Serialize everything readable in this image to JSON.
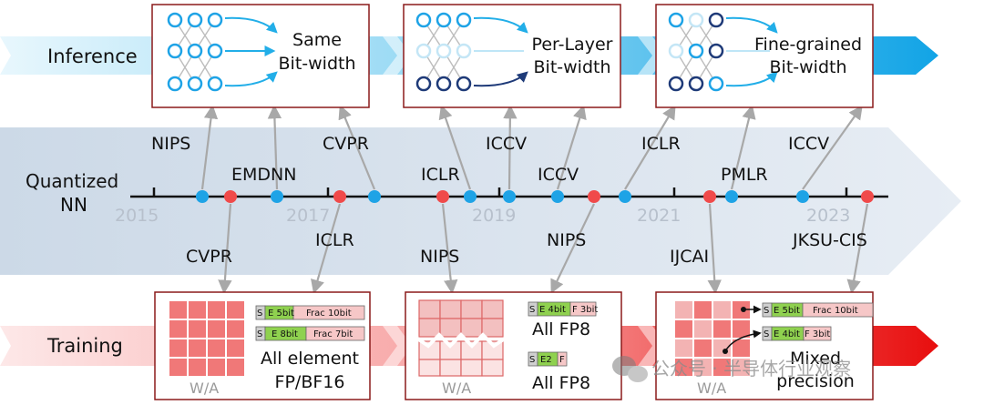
{
  "inference_banner": {
    "label": "Inference"
  },
  "training_banner": {
    "label": "Training"
  },
  "timeline": {
    "title_line1": "Quantized",
    "title_line2": "NN",
    "years": [
      "2015",
      "2017",
      "2019",
      "2021",
      "2023"
    ]
  },
  "inference_cards": [
    {
      "line1": "Same",
      "line2": "Bit-width"
    },
    {
      "line1": "Per-Layer",
      "line2": "Bit-width"
    },
    {
      "line1": "Fine-grained",
      "line2": "Bit-width"
    }
  ],
  "venues_above": [
    "NIPS",
    "EMDNN",
    "CVPR",
    "ICLR",
    "ICCV",
    "ICCV",
    "ICLR",
    "PMLR",
    "ICCV"
  ],
  "venues_below": [
    "CVPR",
    "ICLR",
    "NIPS",
    "NIPS",
    "IJCAI",
    "JKSU-CIS"
  ],
  "training_cards": [
    {
      "caption": "W/A",
      "formats": [
        {
          "s": "S",
          "e": "E 5bit",
          "f": "Frac 10bit"
        },
        {
          "s": "S",
          "e": "E 8bit",
          "f": "Frac 7bit"
        }
      ],
      "text_line1": "All element",
      "text_line2": "FP/BF16"
    },
    {
      "caption": "W/A",
      "formats": [
        {
          "s": "S",
          "e": "E 4bit",
          "f": "F 3bit"
        },
        {
          "s": "S",
          "e": "E2",
          "f": "F"
        }
      ],
      "text_top": "All FP8",
      "text_bottom": "All FP8"
    },
    {
      "caption": "W/A",
      "formats": [
        {
          "s": "S",
          "e": "E 5bit",
          "f": "Frac 10bit"
        },
        {
          "s": "S",
          "e": "E 4bit",
          "f": "F 3bit"
        }
      ],
      "text_line1": "Mixed",
      "text_line2": "precision"
    }
  ],
  "watermark": "公众号 · 半导体行业观察",
  "colors": {
    "blue_node": "#1ea3e6",
    "red_node": "#f04a4a",
    "card_border": "#8b1a1a",
    "timeline_band": "#dde6f0",
    "inference_arrow": "#22aee8",
    "training_arrow": "#ee2222",
    "exp_green": "#8fd14f",
    "frac_pink": "#f6c7c7"
  }
}
